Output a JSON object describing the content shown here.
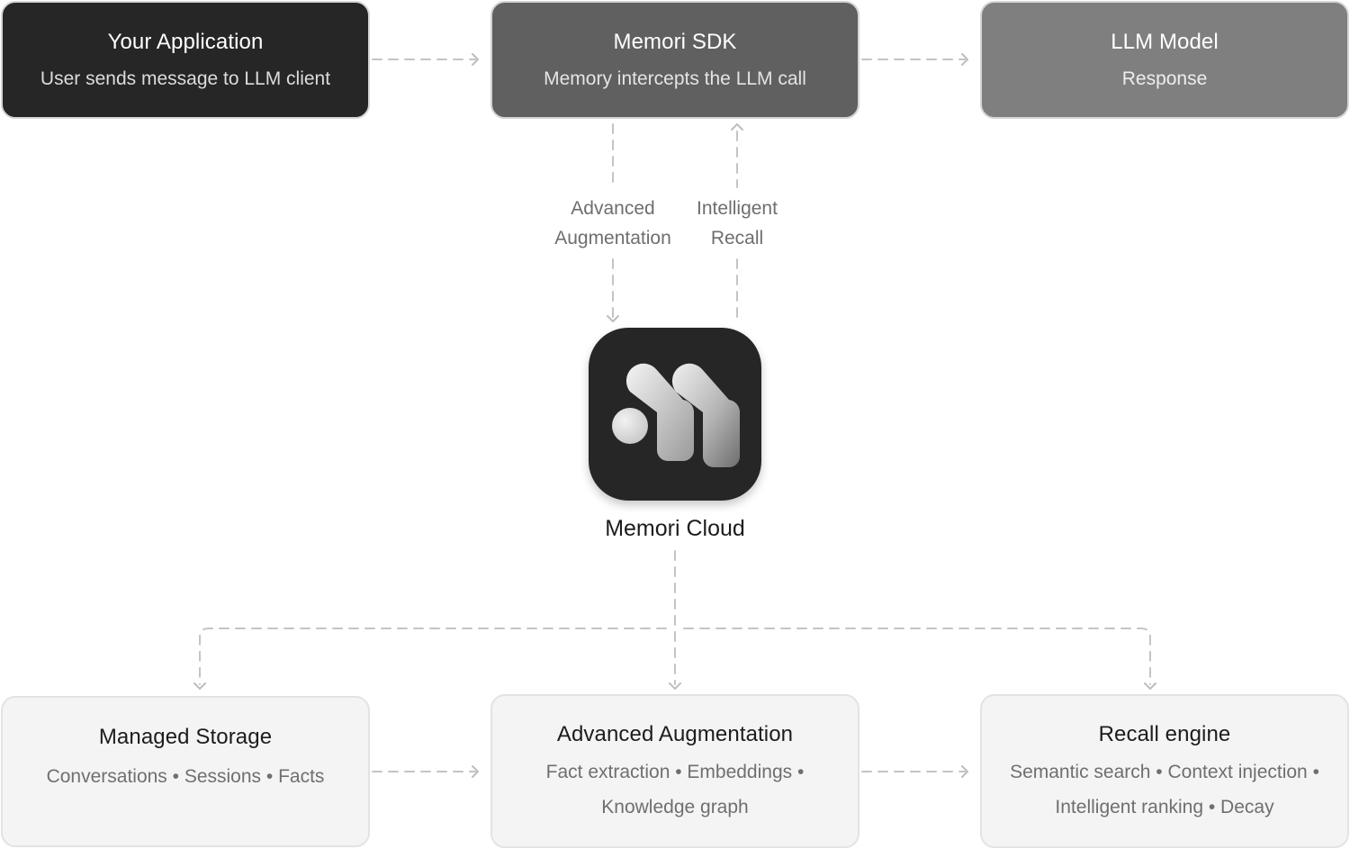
{
  "diagram": {
    "top_row": [
      {
        "title": "Your Application",
        "subtitle": "User sends message to LLM client"
      },
      {
        "title": "Memori SDK",
        "subtitle": "Memory intercepts the LLM call"
      },
      {
        "title": "LLM Model",
        "subtitle": "Response"
      }
    ],
    "connector_labels": {
      "down": "Advanced Augmentation",
      "down_line1": "Advanced",
      "down_line2": "Augmentation",
      "up": "Intelligent Recall",
      "up_line1": "Intelligent",
      "up_line2": "Recall"
    },
    "center": {
      "label": "Memori Cloud",
      "icon": "memori-logo-icon"
    },
    "bottom_row": [
      {
        "title": "Managed Storage",
        "subtitle": "Conversations • Sessions • Facts"
      },
      {
        "title": "Advanced Augmentation",
        "subtitle": "Fact extraction • Embeddings • Knowledge graph"
      },
      {
        "title": "Recall engine",
        "subtitle": "Semantic search • Context injection • Intelligent ranking • Decay"
      }
    ],
    "colors": {
      "app_box": "#262626",
      "sdk_box": "#606060",
      "llm_box": "#7f7f7f",
      "bottom_box": "#f4f4f4",
      "connector": "#c4c4c4"
    }
  }
}
